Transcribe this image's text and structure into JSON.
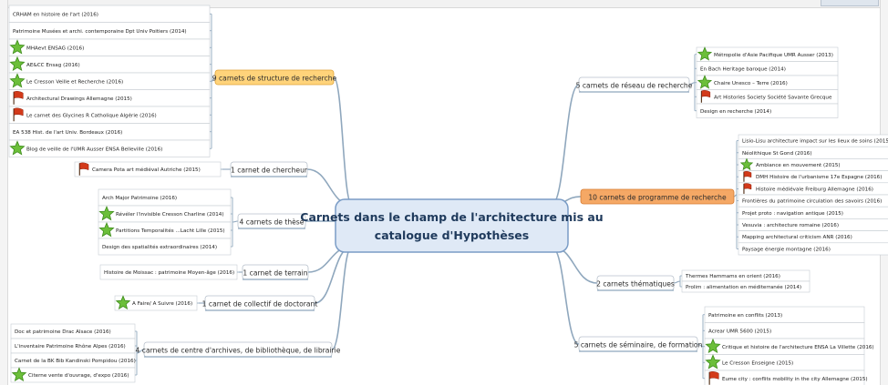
{
  "colors": {
    "branch_line": "#8fa7bd",
    "center_fill": "#dfe9f6",
    "center_border": "#7a9cc6",
    "center_text": "#1f3a5c",
    "structure_fill": "#ffd37a",
    "programme_fill": "#f5a865",
    "plain_fill": "#ffffff",
    "plain_border": "#b7c0cb",
    "star": "#6cbf3a",
    "flag": "#d33a1a"
  },
  "center": {
    "line1": "Carnets dans le champ de l'architecture mis au",
    "line2": "catalogue d'Hypothèses"
  },
  "branches": [
    {
      "id": "structure",
      "label": "9 carnets de structure de recherche",
      "style": "structure",
      "leaves": [
        {
          "text": "CRHAM en histoire de l'art (2016)",
          "icon": "none"
        },
        {
          "text": "Patrimoine Musées et archi. contemporaine Dpt Univ Poitiers (2014)",
          "icon": "none"
        },
        {
          "text": "MHAevt ENSAG (2016)",
          "icon": "star"
        },
        {
          "text": "AE&CC Ensag (2016)",
          "icon": "star"
        },
        {
          "text": "Le Cresson Veille et Recherche (2016)",
          "icon": "star"
        },
        {
          "text": "Architectural Drawings Allemagne (2015)",
          "icon": "flag"
        },
        {
          "text": "Le carnet des Glycines R Catholique Algérie (2016)",
          "icon": "flag"
        },
        {
          "text": "EA 538 Hist. de l'art Univ. Bordeaux (2016)",
          "icon": "none"
        },
        {
          "text": "Blog de veille de l'UMR Ausser ENSA Belleville (2016)",
          "icon": "star"
        }
      ]
    },
    {
      "id": "chercheur",
      "label": "1 carnet de chercheur",
      "style": "plain",
      "leaves": [
        {
          "text": "Camera Pota art médiéval Autriche (2015)",
          "icon": "flag"
        }
      ]
    },
    {
      "id": "these",
      "label": "4 carnets de thèse",
      "style": "plain",
      "leaves": [
        {
          "text": "Arch Major Patrimoine (2016)",
          "icon": "none"
        },
        {
          "text": "Révéler l'invisible Cresson Charline (2014)",
          "icon": "star"
        },
        {
          "text": "Partitions Temporalités ...Lacht Lille (2015)",
          "icon": "star"
        },
        {
          "text": "Design des spatialités extraordinaires (2014)",
          "icon": "none"
        }
      ]
    },
    {
      "id": "terrain",
      "label": "1 carnet de terrain",
      "style": "plain",
      "leaves": [
        {
          "text": "Histoire de Moissac : patrimoine Moyen-âge (2016)",
          "icon": "none"
        }
      ]
    },
    {
      "id": "doctorant",
      "label": "1 carnet de collectif de doctorant",
      "style": "plain",
      "leaves": [
        {
          "text": "A Faire/ A Suivre (2016)",
          "icon": "star"
        }
      ]
    },
    {
      "id": "archives",
      "label": "4 carnets de centre d'archives, de bibliothèque, de librairie",
      "style": "plain",
      "leaves": [
        {
          "text": "Doc et patrimoine Drac Alsace (2016)",
          "icon": "none"
        },
        {
          "text": "L'inventaire Patrimoine Rhône Alpes (2016)",
          "icon": "none"
        },
        {
          "text": "Carnet de la BK Bib Kandinski Pompidou (2016)",
          "icon": "none"
        },
        {
          "text": "Citerne vente d'ouvrage, d'expo (2016)",
          "icon": "star"
        }
      ]
    },
    {
      "id": "reseau",
      "label": "5 carnets de réseau de recherche",
      "style": "plain",
      "leaves": [
        {
          "text": "Métropolie d'Asie Pacifique UMR Ausser (2013)",
          "icon": "star"
        },
        {
          "text": "En Bach Heritage baroque (2014)",
          "icon": "none"
        },
        {
          "text": "Chaire Unesco – Terre (2016)",
          "icon": "star"
        },
        {
          "text": "Art Histories Society Société Savante Grecque",
          "icon": "flag"
        },
        {
          "text": "Design en recherche (2014)",
          "icon": "none"
        }
      ]
    },
    {
      "id": "programme",
      "label": "10 carnets de programme de recherche",
      "style": "programme",
      "leaves": [
        {
          "text": "Lisio-Lisu architecture impact sur les lieux de soins (2015)",
          "icon": "none"
        },
        {
          "text": "Néolithique St Gond (2016)",
          "icon": "none"
        },
        {
          "text": "Ambiance en mouvement (2015)",
          "icon": "star"
        },
        {
          "text": "DMH Histoire de l'urbanisme 17e Espagne (2016)",
          "icon": "flag"
        },
        {
          "text": "Histoire médiévale Freiburg Allemagne (2016)",
          "icon": "flag"
        },
        {
          "text": "Frontières du patrimoine circulation des savoirs (2016)",
          "icon": "none"
        },
        {
          "text": "Projet proto : navigation antique (2015)",
          "icon": "none"
        },
        {
          "text": "Vesuvia : architecture romaine (2016)",
          "icon": "none"
        },
        {
          "text": "Mapping architectural criticism ANR (2016)",
          "icon": "none"
        },
        {
          "text": "Paysage énergie montagne (2016)",
          "icon": "none"
        }
      ]
    },
    {
      "id": "thematiques",
      "label": "2 carnets thématiques",
      "style": "plain",
      "leaves": [
        {
          "text": "Thermes Hammams en orient (2016)",
          "icon": "none"
        },
        {
          "text": "Prolim : alimentation en méditerranée (2014)",
          "icon": "none"
        }
      ]
    },
    {
      "id": "seminaire",
      "label": "5 carnets de séminaire, de formation",
      "style": "plain",
      "leaves": [
        {
          "text": "Patrimoine en conflits (2013)",
          "icon": "none"
        },
        {
          "text": "Acrear UMR 5600 (2015)",
          "icon": "none"
        },
        {
          "text": "Critique et histoire de l'architecture ENSA La Villette (2016)",
          "icon": "star"
        },
        {
          "text": "Le Cresson Enseigne (2015)",
          "icon": "star"
        },
        {
          "text": "Eume city : conflits mobility in the city Allemagne (2015)",
          "icon": "flag"
        }
      ]
    }
  ]
}
